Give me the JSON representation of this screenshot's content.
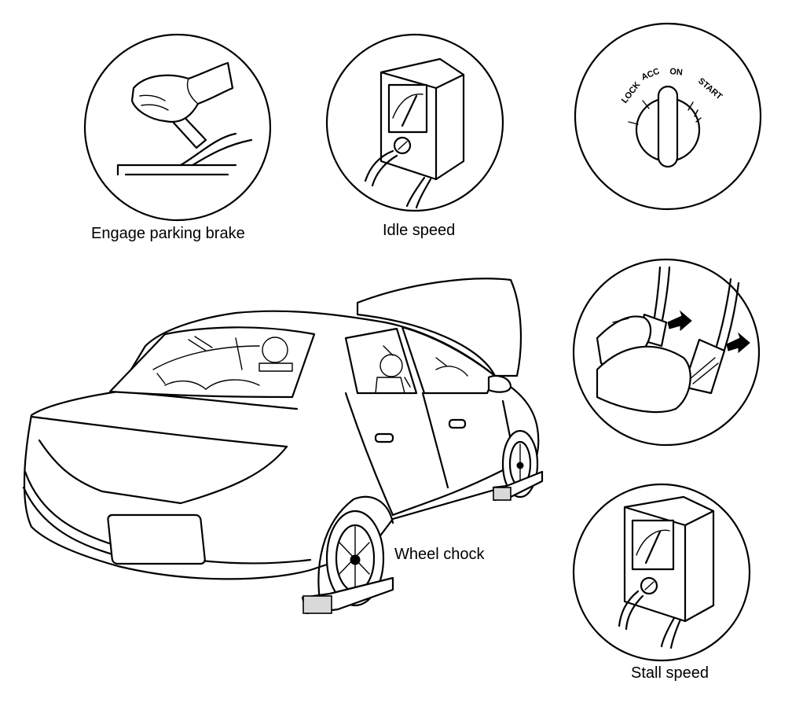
{
  "labels": {
    "parking_brake": "Engage parking brake",
    "idle_speed": "Idle speed",
    "wheel_chock": "Wheel chock",
    "stall_speed": "Stall speed"
  },
  "ignition": {
    "positions": [
      "LOCK",
      "ACC",
      "ON",
      "START"
    ]
  },
  "colors": {
    "line": "#000000",
    "background": "#ffffff"
  }
}
